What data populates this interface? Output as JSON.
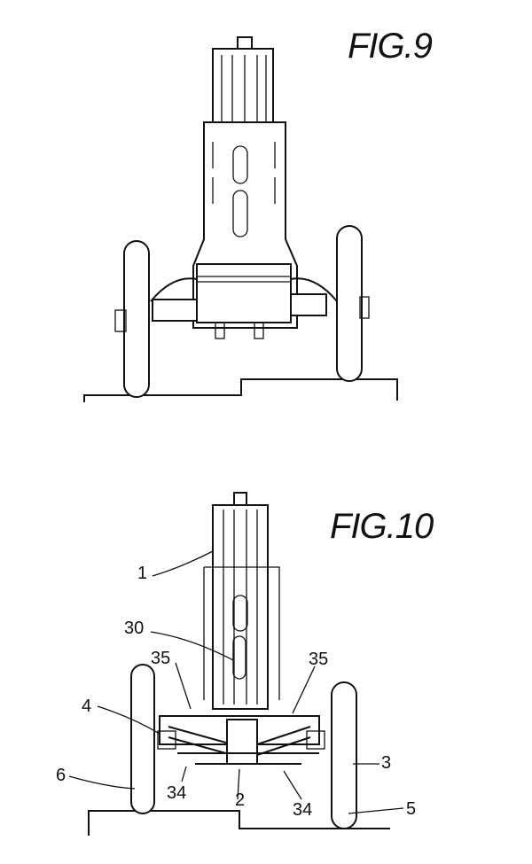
{
  "figures": [
    {
      "label": "FIG.9"
    },
    {
      "label": "FIG.10"
    }
  ],
  "references": [
    "1",
    "30",
    "35",
    "35",
    "4",
    "3",
    "6",
    "34",
    "2",
    "34",
    "5"
  ]
}
